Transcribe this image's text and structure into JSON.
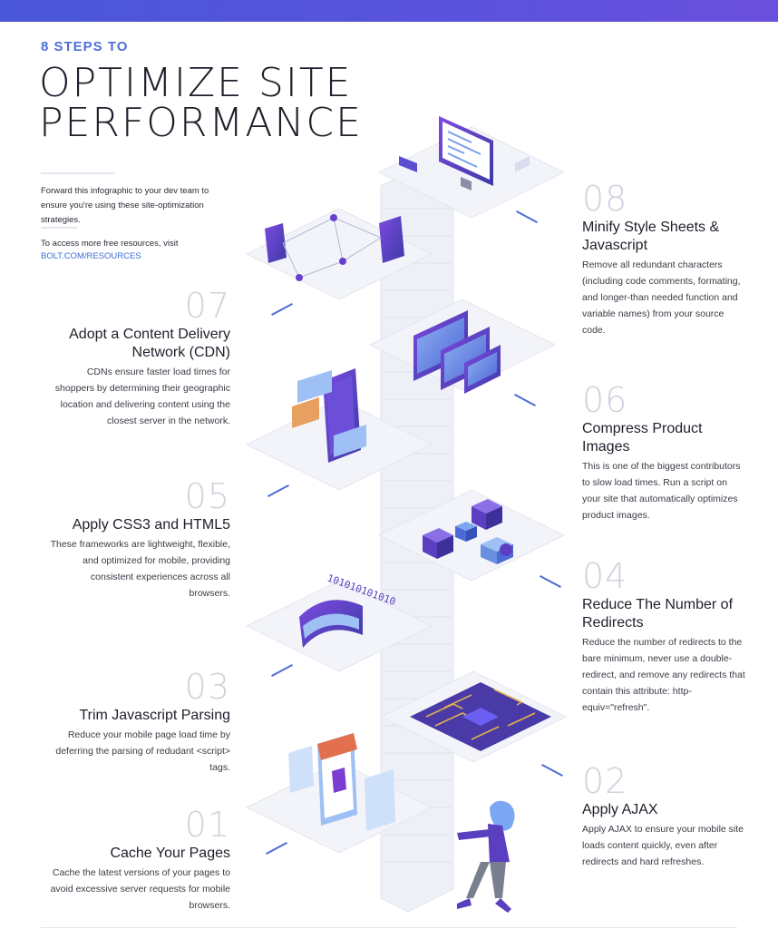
{
  "header": {
    "kicker": "8 STEPS TO",
    "title_line1": "OPTIMIZE SITE",
    "title_line2": "PERFORMANCE",
    "intro": "Forward this infographic to your dev team to ensure you're using these site-optimization strategies.",
    "access": "To access more free resources, visit",
    "link": "BOLT.COM/RESOURCES"
  },
  "steps": [
    {
      "num": "08",
      "heading": "Minify Style Sheets & Javascript",
      "body": "Remove all redundant characters (including code comments, formating, and longer-than needed function and variable names) from your source code."
    },
    {
      "num": "07",
      "heading": "Adopt a Content Delivery Network (CDN)",
      "body": "CDNs ensure faster load times for shoppers by determining their geographic location and delivering content using the closest server in the network."
    },
    {
      "num": "06",
      "heading": "Compress Product Images",
      "body": "This is one of the biggest contributors to slow load times. Run a script on your site that automatically optimizes product images."
    },
    {
      "num": "05",
      "heading": "Apply CSS3 and HTML5",
      "body": "These frameworks are lightweight, flexible, and optimized for mobile, providing consistent experiences across all browsers."
    },
    {
      "num": "04",
      "heading": "Reduce The Number of Redirects",
      "body": "Reduce the number of redirects to the bare minimum, never use a double-redirect, and remove any redirects that contain this attribute: http-equiv=\"refresh\"."
    },
    {
      "num": "03",
      "heading": "Trim Javascript Parsing",
      "body": "Reduce your mobile page load time by deferring the parsing of redudant <script> tags."
    },
    {
      "num": "02",
      "heading": "Apply AJAX",
      "body": "Apply AJAX to ensure your mobile site loads content quickly, even after redirects and hard refreshes."
    },
    {
      "num": "01",
      "heading": "Cache Your Pages",
      "body": "Cache the latest versions of your pages to avoid excessive server requests for mobile browsers."
    }
  ],
  "illustration": {
    "binary_text": "101010101010",
    "colors": {
      "accent": "#4d6bd6",
      "purple": "#6a3fd0",
      "platform": "#eef0f7",
      "gold": "#e3b04a",
      "orange": "#e8a060"
    }
  }
}
